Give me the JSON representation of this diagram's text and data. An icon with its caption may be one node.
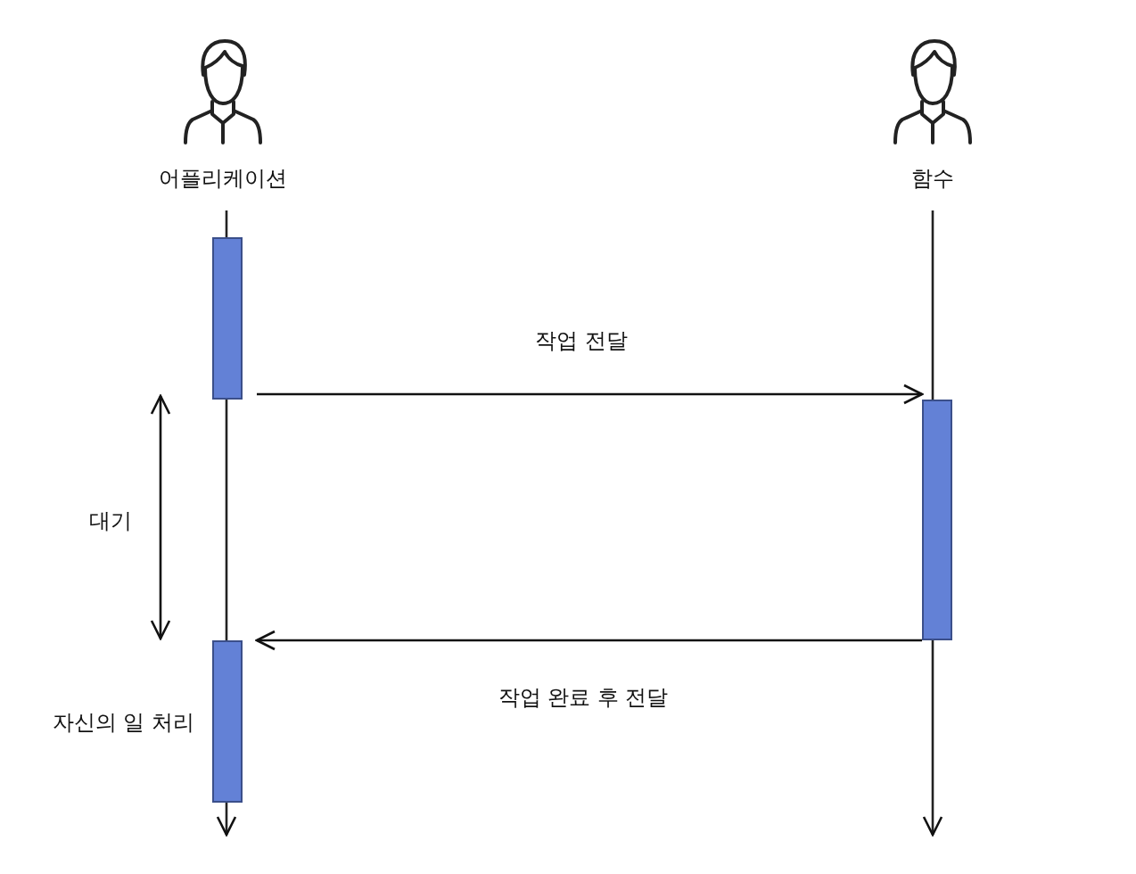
{
  "diagram": {
    "nodes": [
      {
        "text": [
          "어플리케이션"
        ]
      },
      {
        "text": [
          "함수"
        ]
      },
      {
        "text": [],
        "shape": "bar"
      },
      {
        "text": [],
        "shape": "bar"
      },
      {
        "text": [],
        "shape": "bar",
        "beside": [
          "자신의 일 처리"
        ]
      }
    ],
    "edges": [
      {
        "from": 2,
        "to": 3,
        "arrow": "to",
        "label": "작업 전달"
      },
      {
        "from": 3,
        "to": 4,
        "arrow": "to",
        "label": "작업 완료 후 전달"
      }
    ],
    "labels": [
      "대기"
    ]
  }
}
